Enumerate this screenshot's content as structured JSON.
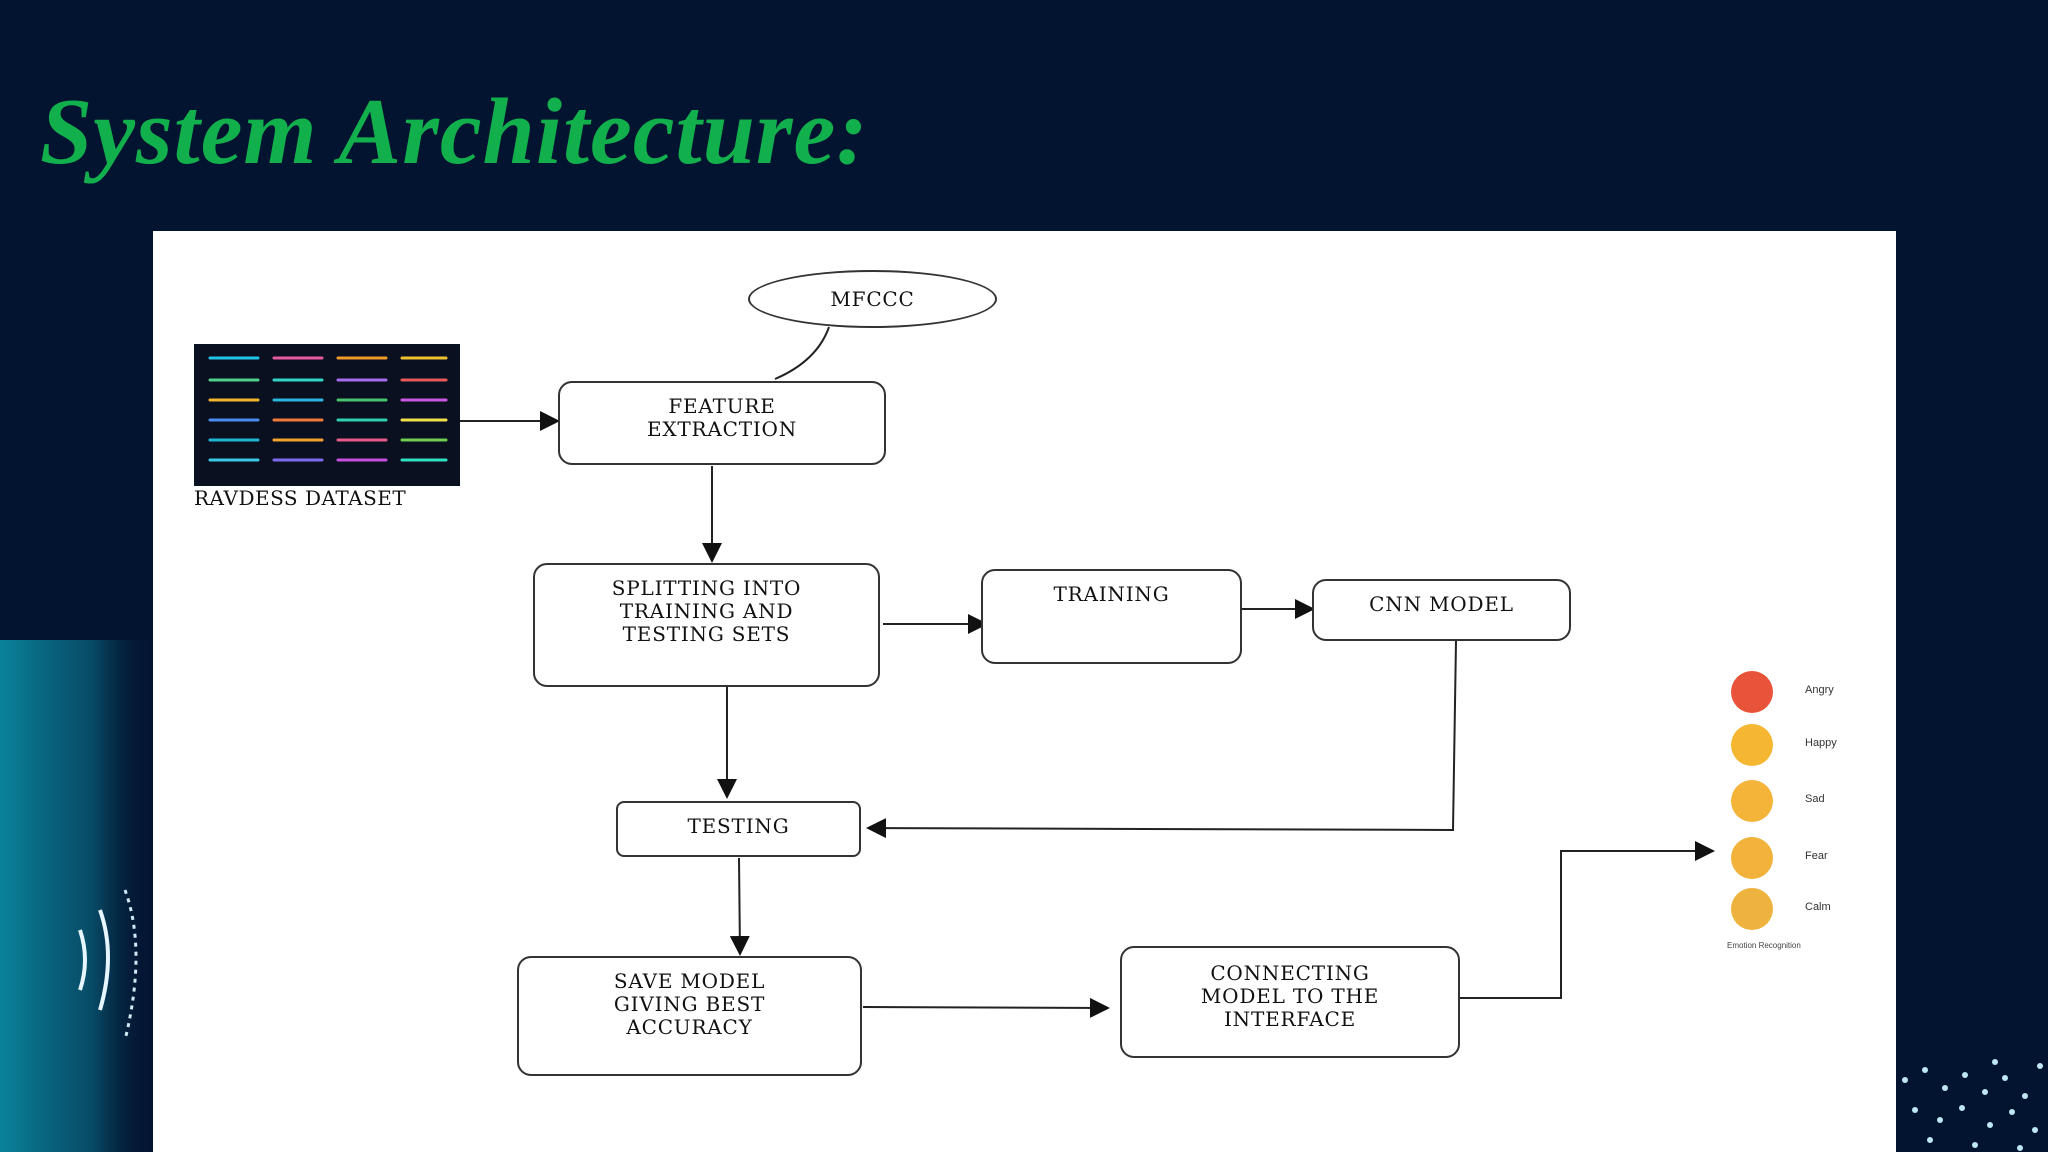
{
  "slide": {
    "title": "System Architecture:"
  },
  "diagram": {
    "input": {
      "label": "RAVDESS DATASET"
    },
    "nodes": {
      "mfccc": "MFCCC",
      "feature_extraction": "FEATURE\nEXTRACTION",
      "splitting": "SPLITTING INTO\nTRAINING AND\nTESTING SETS",
      "training": "TRAINING",
      "cnn_model": "CNN MODEL",
      "testing": "TESTING",
      "save_model": "SAVE MODEL\nGIVING BEST\nACCURACY",
      "connecting": "CONNECTING\nMODEL TO THE\nINTERFACE"
    },
    "output": {
      "emotions": [
        {
          "label": "Angry",
          "color": "#e8543a"
        },
        {
          "label": "Happy",
          "color": "#f5b731"
        },
        {
          "label": "Sad",
          "color": "#f4b43a"
        },
        {
          "label": "Fear",
          "color": "#f2b23c"
        },
        {
          "label": "Calm",
          "color": "#eeb23e"
        }
      ],
      "caption": "Emotion Recognition"
    }
  },
  "colors": {
    "background": "#031431",
    "title": "#12b04c",
    "accent_teal": "#0fa3b1"
  }
}
